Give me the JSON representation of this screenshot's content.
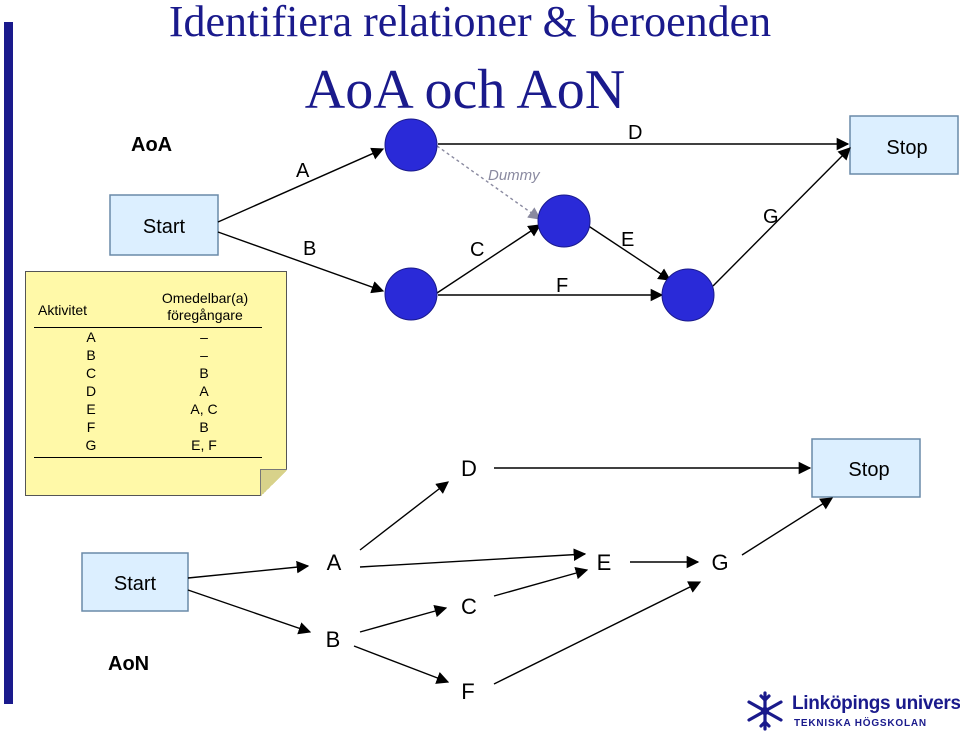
{
  "title": "Identifiera relationer & beroenden",
  "subtitle": "AoA och AoN",
  "aoa": {
    "label": "AoA",
    "start": "Start",
    "stop": "Stop",
    "edges": {
      "a": "A",
      "b": "B",
      "c": "C",
      "d": "D",
      "e": "E",
      "f": "F",
      "g": "G",
      "dummy": "Dummy"
    }
  },
  "aon": {
    "label": "AoN",
    "start": "Start",
    "stop": "Stop",
    "nodes": {
      "a": "A",
      "b": "B",
      "c": "C",
      "d": "D",
      "e": "E",
      "f": "F",
      "g": "G"
    }
  },
  "table": {
    "header_activity": "Aktivitet",
    "header_pred_line1": "Omedelbar(a)",
    "header_pred_line2": "föregångare",
    "rows": [
      {
        "activity": "A",
        "pred": "–"
      },
      {
        "activity": "B",
        "pred": "–"
      },
      {
        "activity": "C",
        "pred": "B"
      },
      {
        "activity": "D",
        "pred": "A"
      },
      {
        "activity": "E",
        "pred": "A, C"
      },
      {
        "activity": "F",
        "pred": "B"
      },
      {
        "activity": "G",
        "pred": "E, F"
      }
    ]
  },
  "logo": {
    "line1": "Linköpings universitet",
    "line2": "TEKNISKA HÖGSKOLAN",
    "icon": "liu-snowflake-icon",
    "color": "#1a1a8c"
  },
  "colors": {
    "title": "#1a1a8c",
    "node": "#2a2ad8",
    "box": "#dcefff",
    "note": "#fff9a8"
  }
}
